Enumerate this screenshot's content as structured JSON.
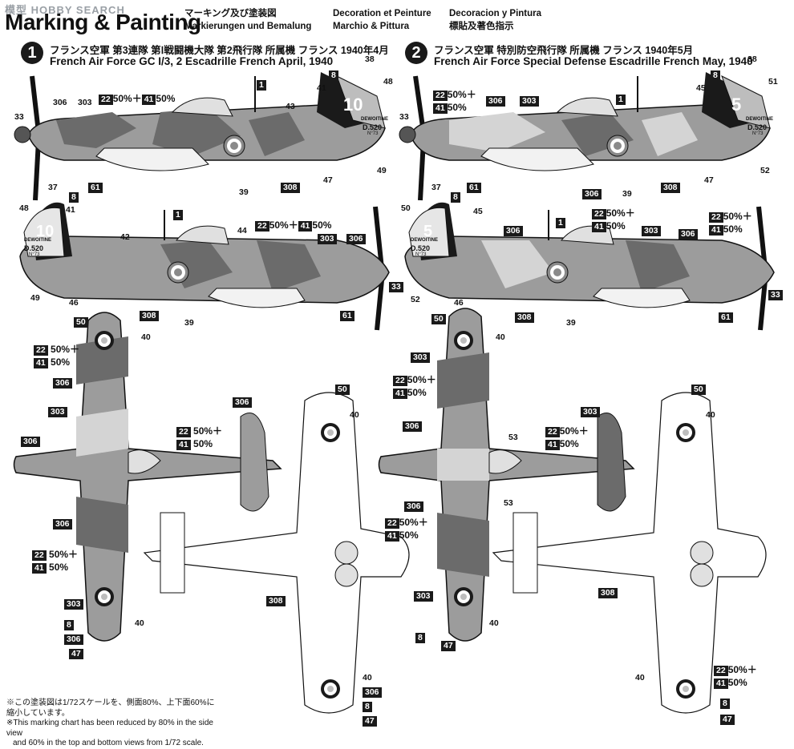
{
  "watermark": "模型 HOBBY SEARCH",
  "header": {
    "title": "Marking & Painting",
    "languages": [
      "マーキング及び塗装図",
      "Markierungen und Bemalung",
      "Decoration et Peinture",
      "Marchio & Pittura",
      "Decoracion y Pintura",
      "標貼及著色指示"
    ]
  },
  "scheme1": {
    "number": "1",
    "jp": "フランス空軍 第3連隊 第Ⅰ戦闘機大隊 第2飛行隊 所属機 フランス 1940年4月",
    "en": "French Air Force GC I/3, 2 Escadrille French April, 1940",
    "fin_number": "10"
  },
  "scheme2": {
    "number": "2",
    "jp": "フランス空軍 特別防空飛行隊 所属機 フランス 1940年5月",
    "en": "French Air Force Special Defense Escadrille French May, 1940",
    "fin_number": "5"
  },
  "mix": {
    "a": "22",
    "a_pct": "50%＋",
    "b": "41",
    "b_pct": "50%",
    "inline": "50%＋"
  },
  "fin_text": {
    "maker": "DEWOITINE",
    "model": "D.520",
    "serial": "N°73"
  },
  "callouts": {
    "c1": "1",
    "c8": "8",
    "c33": "33",
    "c37": "37",
    "c38": "38",
    "c39": "39",
    "c40": "40",
    "c41": "41",
    "c42": "42",
    "c43": "43",
    "c44": "44",
    "c45": "45",
    "c46": "46",
    "c47": "47",
    "c48": "48",
    "c49": "49",
    "c50": "50",
    "c51": "51",
    "c52": "52",
    "c53": "53",
    "c61": "61",
    "c303": "303",
    "c306": "306",
    "c308": "308"
  },
  "colors": {
    "dark_green": "#6b6b6b",
    "blue_grey": "#9c9c9c",
    "light_blue": "#d4d4d4",
    "under": "#f2f2f2",
    "black": "#1a1a1a",
    "roundel_red": "#8a8a8a"
  },
  "footnote": {
    "jp": "※この塗装図は1/72スケールを、側面80%、上下面60%に縮小しています。",
    "en1": "※This marking chart has been reduced by 80% in the side view",
    "en2": "and 60% in the top and bottom views from 1/72 scale."
  }
}
